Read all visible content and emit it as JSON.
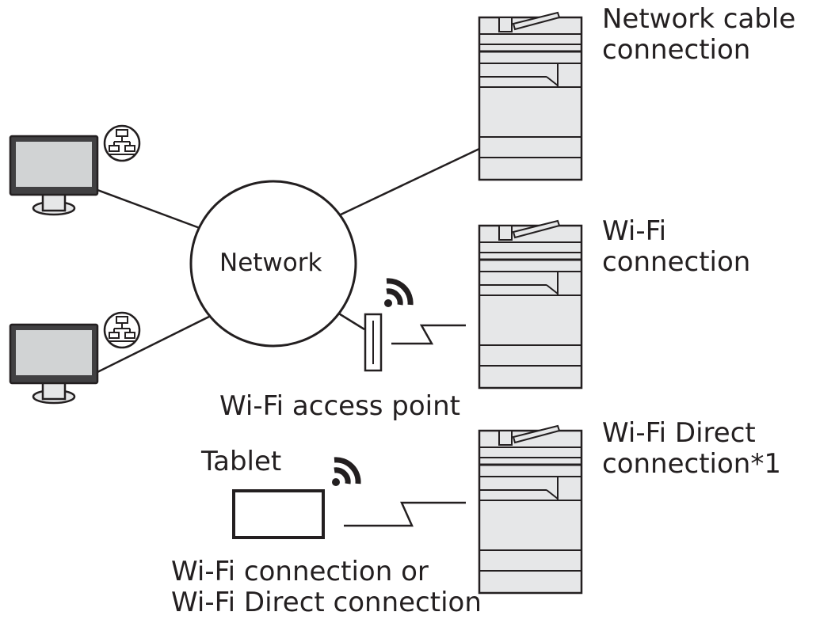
{
  "network": {
    "label": "Network"
  },
  "printers": [
    {
      "label_line1": "Network cable",
      "label_line2": "connection"
    },
    {
      "label_line1": "Wi-Fi",
      "label_line2": "connection"
    },
    {
      "label_line1": "Wi-Fi Direct",
      "label_line2": "connection*1"
    }
  ],
  "access_point": {
    "label": "Wi-Fi access point"
  },
  "tablet": {
    "label": "Tablet",
    "connection_line1": "Wi-Fi connection or",
    "connection_line2": "Wi-Fi Direct connection"
  },
  "icons": [
    "monitor-icon",
    "lan-icon",
    "printer-icon",
    "wifi-signal-icon",
    "access-point-icon",
    "tablet-icon"
  ],
  "colors": {
    "stroke": "#231f20",
    "fill_light": "#e6e7e8",
    "fill_screen": "#d1d3d4",
    "monitor_frame": "#414042"
  }
}
